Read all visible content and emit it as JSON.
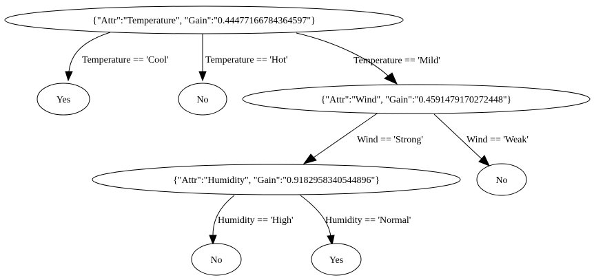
{
  "colors": {
    "stroke": "#000000",
    "fill": "#ffffff",
    "text": "#000000"
  },
  "nodes": {
    "root": {
      "label": "{\"Attr\":\"Temperature\", \"Gain\":\"0.44477166784364597\"}"
    },
    "yes1": {
      "label": "Yes"
    },
    "no1": {
      "label": "No"
    },
    "wind": {
      "label": "{\"Attr\":\"Wind\", \"Gain\":\"0.4591479170272448\"}"
    },
    "humidity": {
      "label": "{\"Attr\":\"Humidity\", \"Gain\":\"0.9182958340544896\"}"
    },
    "no2": {
      "label": "No"
    },
    "no3": {
      "label": "No"
    },
    "yes2": {
      "label": "Yes"
    }
  },
  "edges": {
    "temp_cool": {
      "from": "root",
      "to": "yes1",
      "label": "Temperature == 'Cool'"
    },
    "temp_hot": {
      "from": "root",
      "to": "no1",
      "label": "Temperature == 'Hot'"
    },
    "temp_mild": {
      "from": "root",
      "to": "wind",
      "label": "Temperature == 'Mild'"
    },
    "wind_strong": {
      "from": "wind",
      "to": "humidity",
      "label": "Wind == 'Strong'"
    },
    "wind_weak": {
      "from": "wind",
      "to": "no2",
      "label": "Wind == 'Weak'"
    },
    "humidity_high": {
      "from": "humidity",
      "to": "no3",
      "label": "Humidity == 'High'"
    },
    "humidity_normal": {
      "from": "humidity",
      "to": "yes2",
      "label": "Humidity == 'Normal'"
    }
  }
}
